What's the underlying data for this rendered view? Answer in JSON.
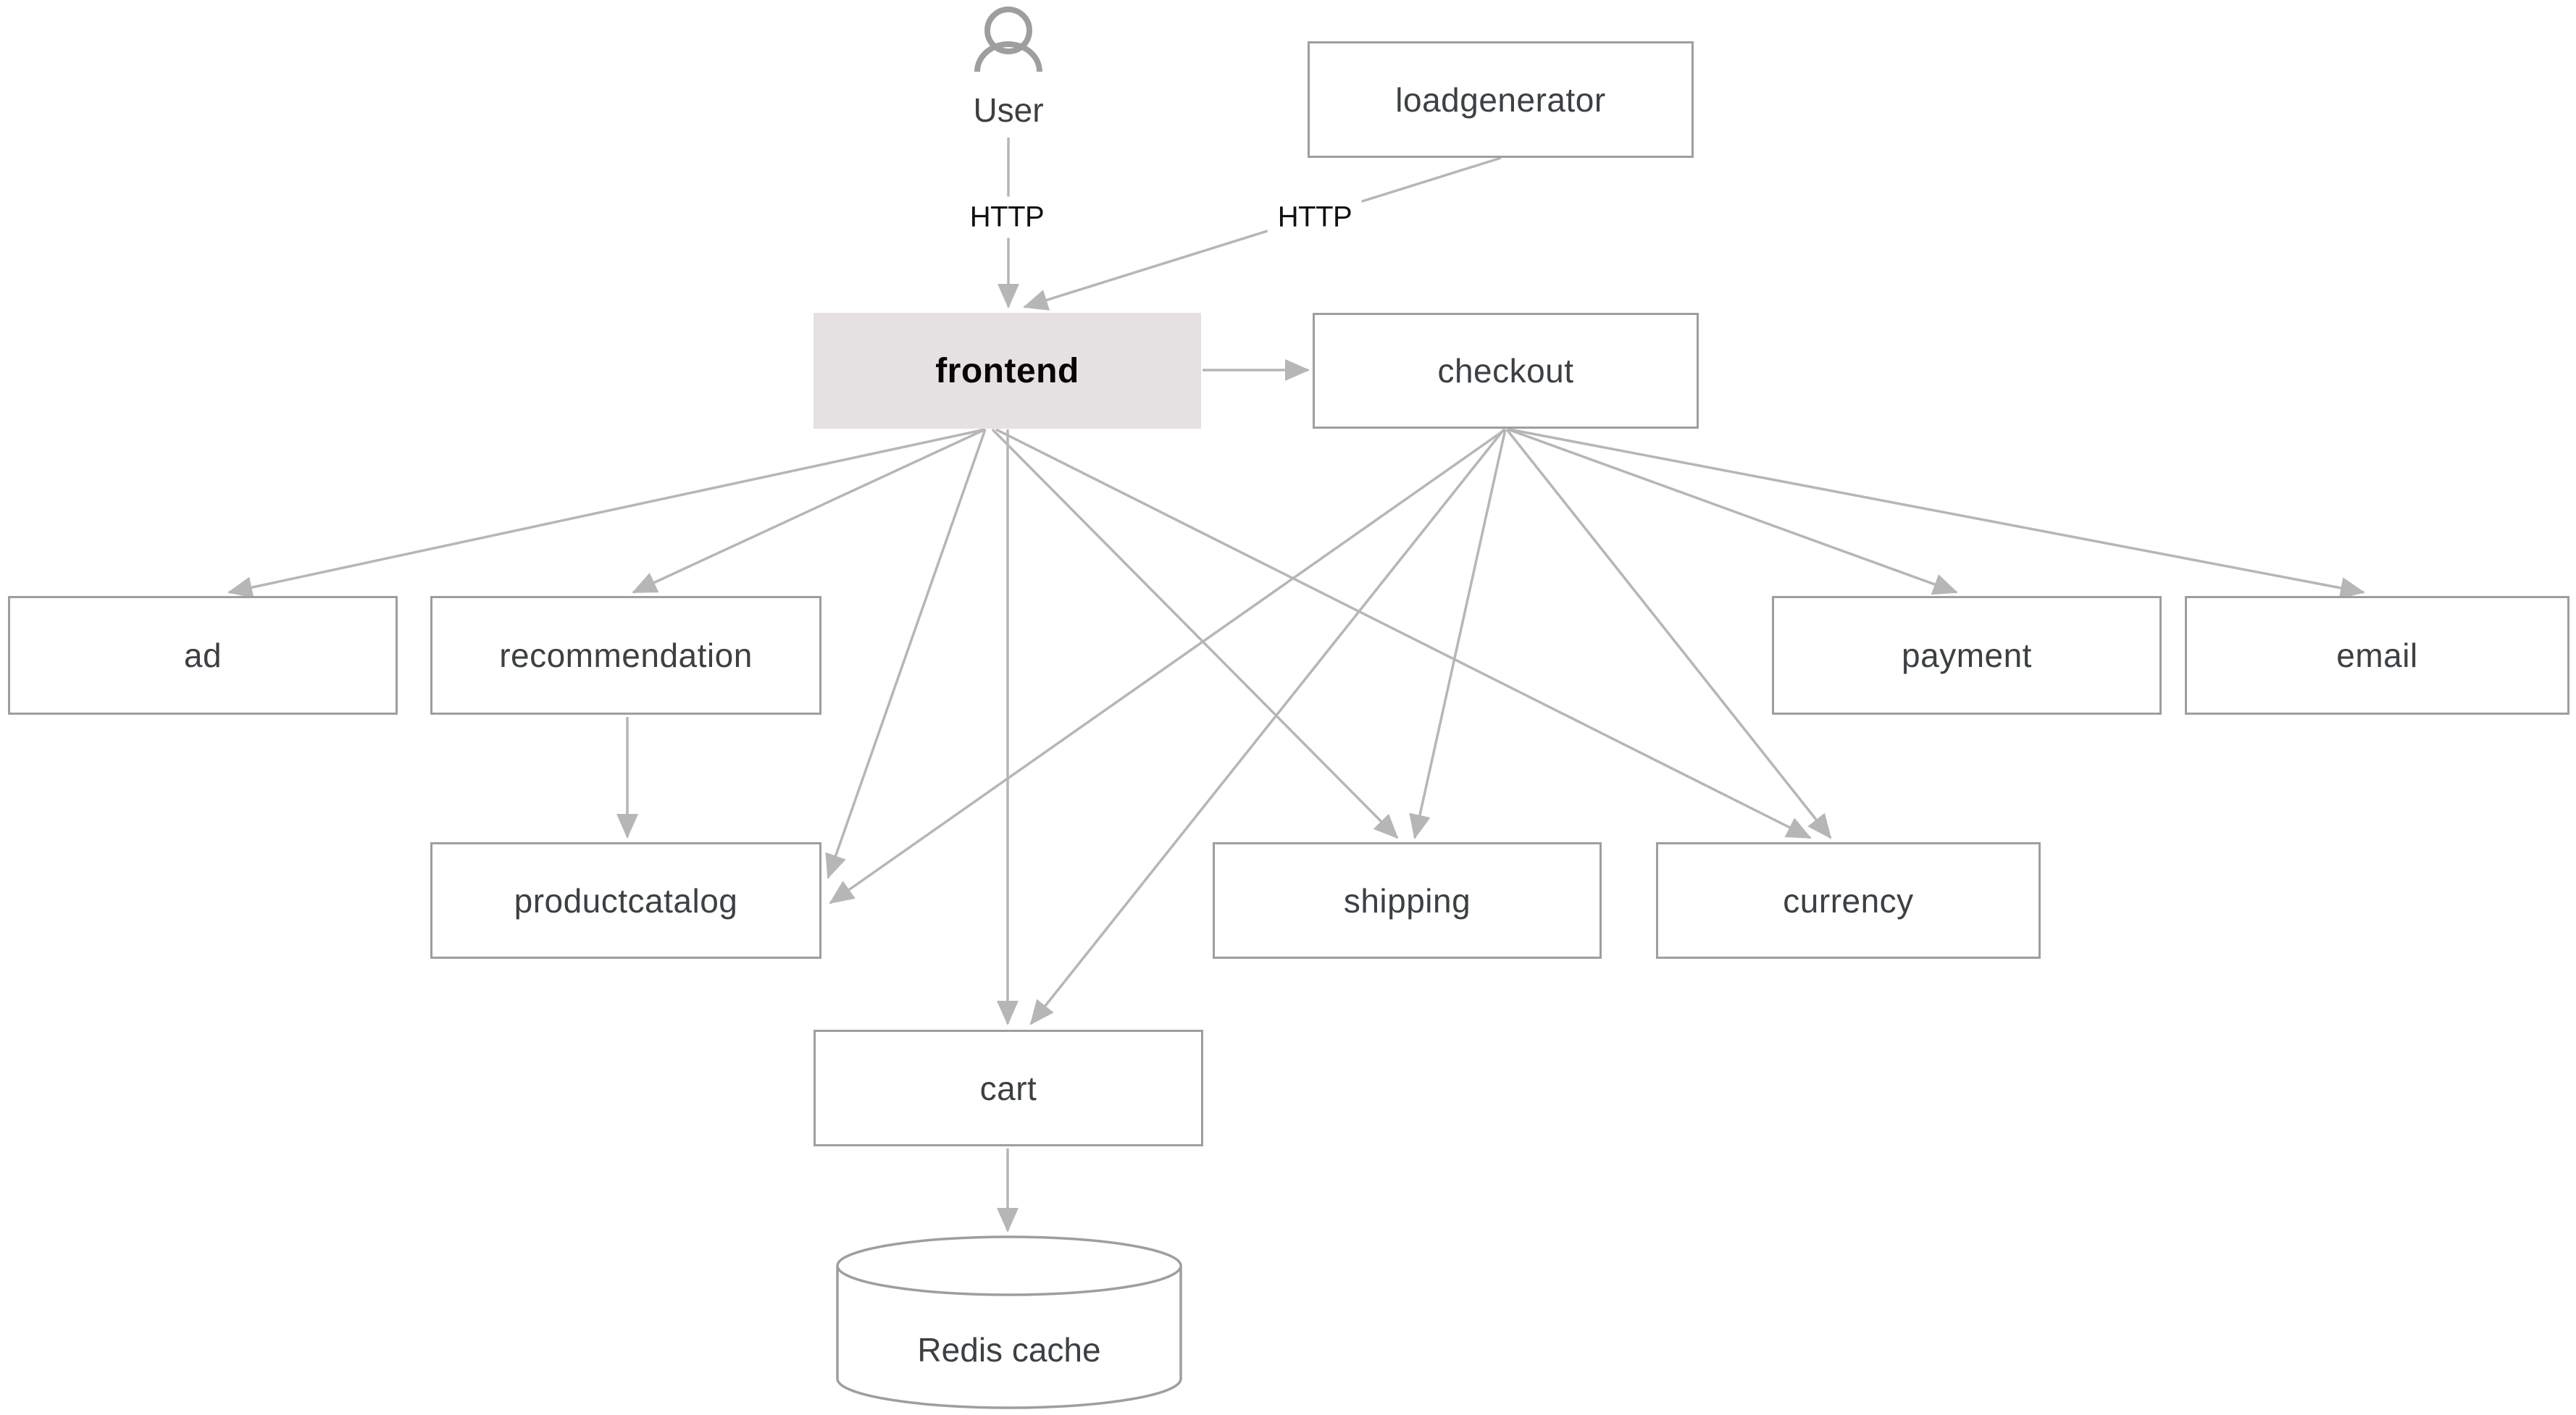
{
  "diagram": {
    "actor": {
      "label": "User"
    },
    "nodes": [
      {
        "id": "loadgenerator",
        "label": "loadgenerator",
        "type": "service"
      },
      {
        "id": "frontend",
        "label": "frontend",
        "type": "service",
        "highlighted": true
      },
      {
        "id": "checkout",
        "label": "checkout",
        "type": "service"
      },
      {
        "id": "ad",
        "label": "ad",
        "type": "service"
      },
      {
        "id": "recommendation",
        "label": "recommendation",
        "type": "service"
      },
      {
        "id": "payment",
        "label": "payment",
        "type": "service"
      },
      {
        "id": "email",
        "label": "email",
        "type": "service"
      },
      {
        "id": "productcatalog",
        "label": "productcatalog",
        "type": "service"
      },
      {
        "id": "shipping",
        "label": "shipping",
        "type": "service"
      },
      {
        "id": "currency",
        "label": "currency",
        "type": "service"
      },
      {
        "id": "cart",
        "label": "cart",
        "type": "service"
      },
      {
        "id": "redis",
        "label": "Redis cache",
        "type": "database"
      }
    ],
    "edges": [
      {
        "from": "User",
        "to": "frontend",
        "label": "HTTP"
      },
      {
        "from": "loadgenerator",
        "to": "frontend",
        "label": "HTTP"
      },
      {
        "from": "frontend",
        "to": "checkout"
      },
      {
        "from": "frontend",
        "to": "ad"
      },
      {
        "from": "frontend",
        "to": "recommendation"
      },
      {
        "from": "frontend",
        "to": "productcatalog"
      },
      {
        "from": "frontend",
        "to": "cart"
      },
      {
        "from": "frontend",
        "to": "shipping"
      },
      {
        "from": "frontend",
        "to": "currency"
      },
      {
        "from": "checkout",
        "to": "productcatalog"
      },
      {
        "from": "checkout",
        "to": "shipping"
      },
      {
        "from": "checkout",
        "to": "currency"
      },
      {
        "from": "checkout",
        "to": "payment"
      },
      {
        "from": "checkout",
        "to": "email"
      },
      {
        "from": "checkout",
        "to": "cart"
      },
      {
        "from": "recommendation",
        "to": "productcatalog"
      },
      {
        "from": "cart",
        "to": "redis"
      }
    ],
    "colors": {
      "background": "#ffffff",
      "node_border": "#9e9e9e",
      "node_text": "#3c4043",
      "edge": "#b6b6b6",
      "highlight_fill": "#e5e0e2",
      "highlight_text": "#000000",
      "edge_label_text": "#111111",
      "actor_icon": "#9e9e9e"
    }
  }
}
